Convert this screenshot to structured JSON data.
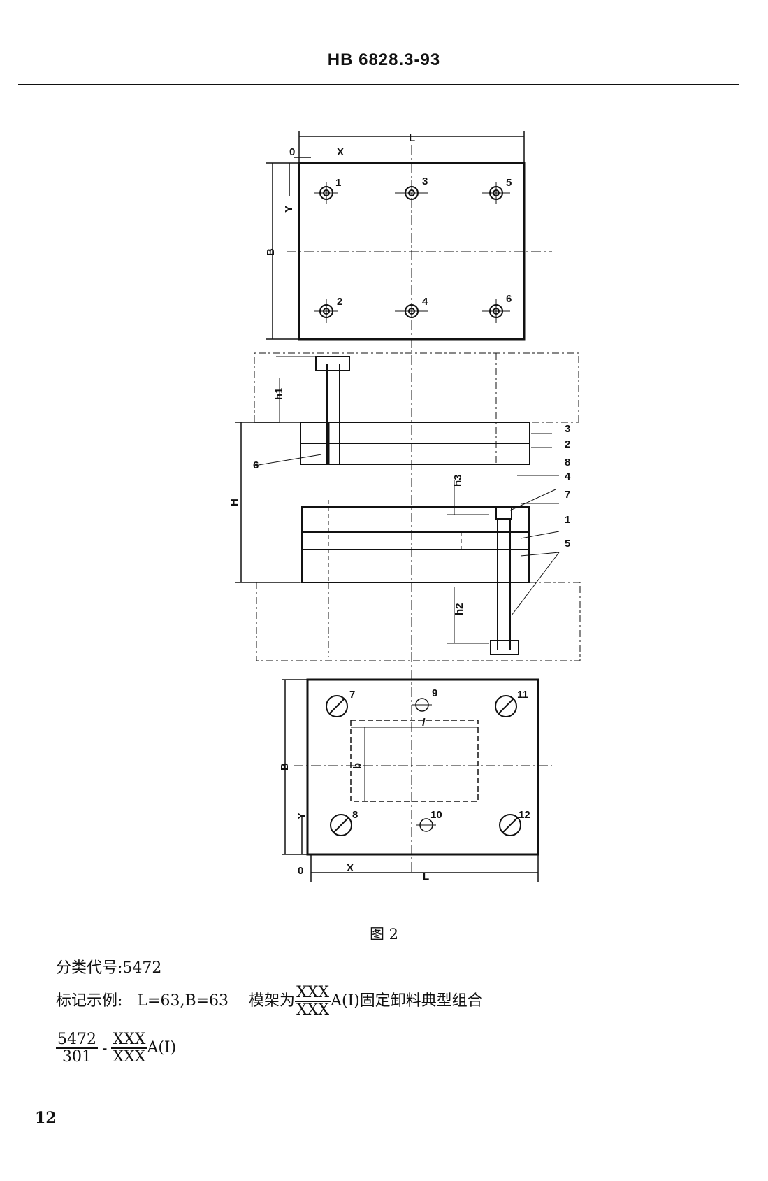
{
  "header": {
    "standard_code": "HB 6828.3-93"
  },
  "figure": {
    "caption": "图 2",
    "top_view": {
      "dim_length": "L",
      "dim_width": "B",
      "axis_x": "X",
      "axis_y": "Y",
      "origin": "0",
      "hole_labels": [
        "1",
        "3",
        "5",
        "2",
        "4",
        "6"
      ]
    },
    "section_view": {
      "dim_height": "H",
      "dim_h1": "h1",
      "dim_h2": "h2",
      "dim_h3": "h3",
      "part_labels": [
        "3",
        "2",
        "6",
        "8",
        "4",
        "7",
        "1",
        "5"
      ]
    },
    "bottom_view": {
      "dim_length": "L",
      "dim_width": "B",
      "axis_x": "X",
      "axis_y": "Y",
      "origin": "0",
      "dim_inner_length": "l",
      "dim_inner_width": "b",
      "hole_labels": [
        "7",
        "9",
        "11",
        "8",
        "10",
        "12"
      ]
    }
  },
  "classification": {
    "label": "分类代号:",
    "value": "5472"
  },
  "marking": {
    "label": "标记示例:",
    "params": "L=63,B=63",
    "text_prefix": "模架为",
    "frac_num": "XXX",
    "frac_den": "XXX",
    "text_suffix": "A(I)固定卸料典型组合"
  },
  "formula": {
    "num": "5472",
    "den": "301",
    "dash": "-",
    "frac_num": "XXX",
    "frac_den": "XXX",
    "suffix": "A(I)"
  },
  "page_number": "12"
}
